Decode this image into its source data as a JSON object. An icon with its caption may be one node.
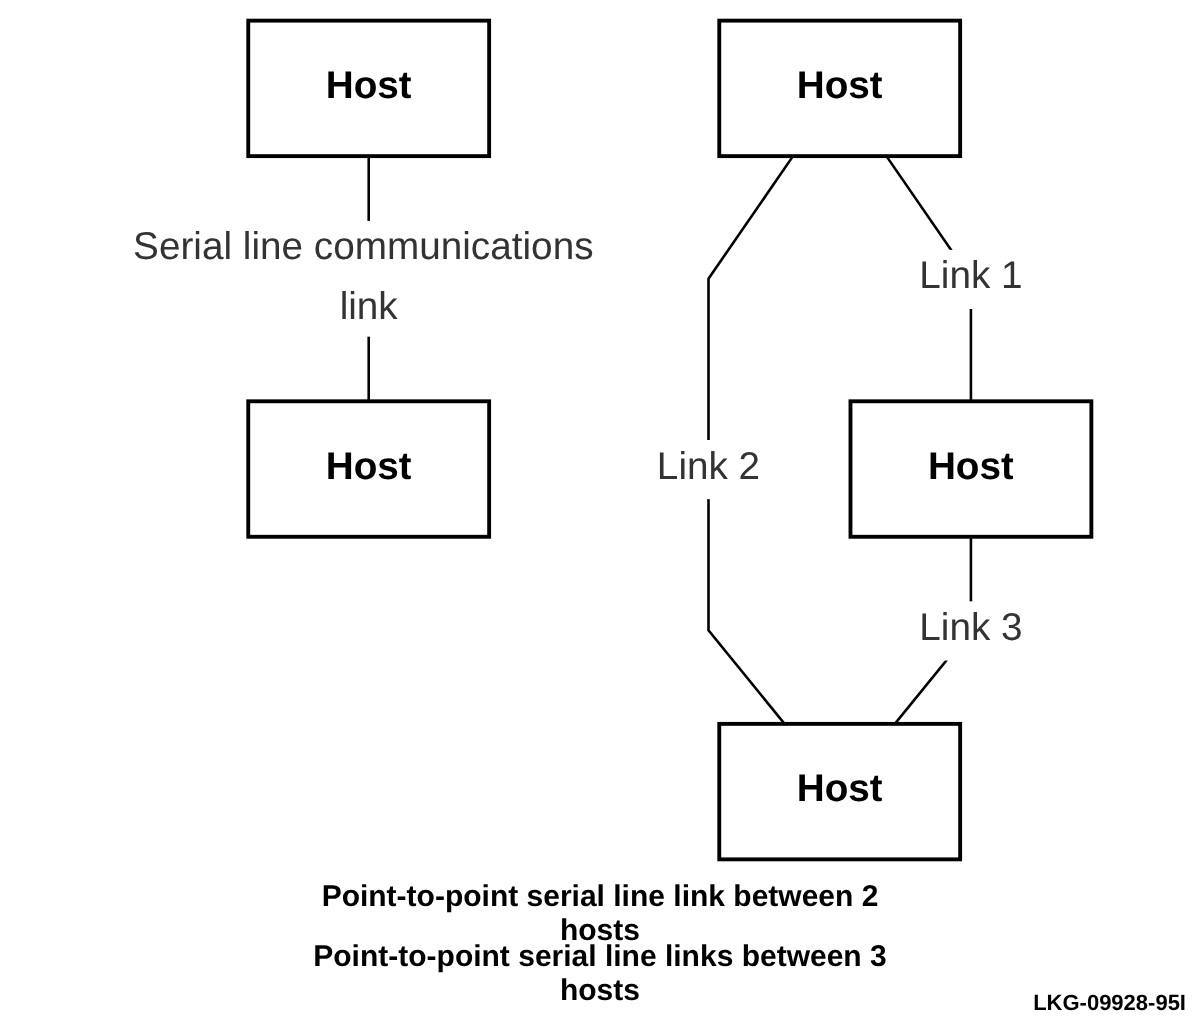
{
  "diagram": {
    "nodes": [
      {
        "text": [
          "Host"
        ]
      },
      {
        "text": [
          "Host"
        ]
      },
      {
        "text": [
          "Host"
        ]
      },
      {
        "text": [
          "Host"
        ]
      },
      {
        "text": [
          "Host"
        ]
      }
    ],
    "edges": [
      {
        "from": 0,
        "to": 1,
        "arrow": "none",
        "label": "Serial line communications link"
      },
      {
        "from": 2,
        "to": 3,
        "arrow": "none",
        "label": "Link 1"
      },
      {
        "from": 2,
        "to": 4,
        "arrow": "none",
        "label": "Link 2"
      },
      {
        "from": 3,
        "to": 4,
        "arrow": "none",
        "label": "Link 3"
      }
    ],
    "labels": [
      "Point-to-point serial line link between 2 hosts",
      "Point-to-point serial line links between 3 hosts",
      "LKG-09928-95I"
    ]
  }
}
